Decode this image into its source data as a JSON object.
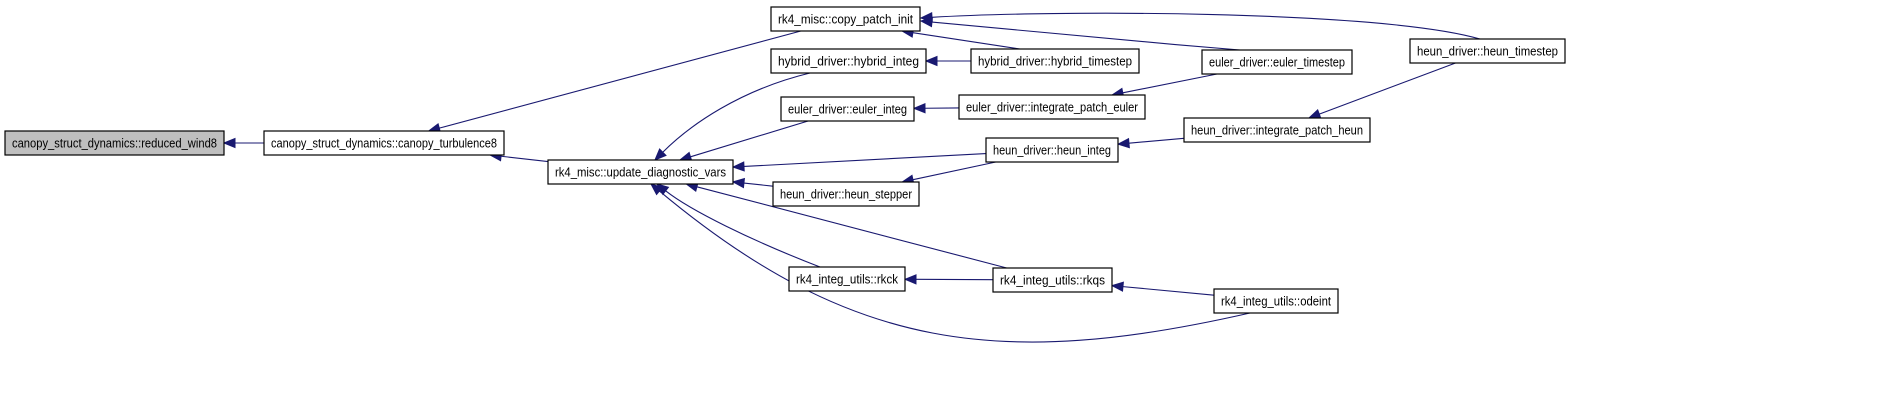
{
  "diagram": {
    "colors": {
      "edge": "#191970",
      "node_border": "#000000",
      "root_fill": "#bfbfbf",
      "node_fill": "#ffffff"
    },
    "nodes": [
      {
        "id": "reduced_wind8",
        "label": "canopy_struct_dynamics::reduced_wind8",
        "root": true
      },
      {
        "id": "canopy_turbulence8",
        "label": "canopy_struct_dynamics::canopy_turbulence8"
      },
      {
        "id": "copy_patch_init",
        "label": "rk4_misc::copy_patch_init"
      },
      {
        "id": "update_diagnostic_vars",
        "label": "rk4_misc::update_diagnostic_vars"
      },
      {
        "id": "hybrid_integ",
        "label": "hybrid_driver::hybrid_integ"
      },
      {
        "id": "euler_integ",
        "label": "euler_driver::euler_integ"
      },
      {
        "id": "heun_stepper",
        "label": "heun_driver::heun_stepper"
      },
      {
        "id": "rkck",
        "label": "rk4_integ_utils::rkck"
      },
      {
        "id": "hybrid_timestep",
        "label": "hybrid_driver::hybrid_timestep"
      },
      {
        "id": "integrate_patch_euler",
        "label": "euler_driver::integrate_patch_euler"
      },
      {
        "id": "heun_integ",
        "label": "heun_driver::heun_integ"
      },
      {
        "id": "rkqs",
        "label": "rk4_integ_utils::rkqs"
      },
      {
        "id": "euler_timestep",
        "label": "euler_driver::euler_timestep"
      },
      {
        "id": "integrate_patch_heun",
        "label": "heun_driver::integrate_patch_heun"
      },
      {
        "id": "odeint",
        "label": "rk4_integ_utils::odeint"
      },
      {
        "id": "heun_timestep",
        "label": "heun_driver::heun_timestep"
      }
    ],
    "edges": [
      {
        "from": "canopy_turbulence8",
        "to": "reduced_wind8"
      },
      {
        "from": "copy_patch_init",
        "to": "canopy_turbulence8"
      },
      {
        "from": "update_diagnostic_vars",
        "to": "canopy_turbulence8"
      },
      {
        "from": "hybrid_timestep",
        "to": "copy_patch_init"
      },
      {
        "from": "euler_timestep",
        "to": "copy_patch_init"
      },
      {
        "from": "heun_timestep",
        "to": "copy_patch_init"
      },
      {
        "from": "hybrid_integ",
        "to": "update_diagnostic_vars"
      },
      {
        "from": "euler_integ",
        "to": "update_diagnostic_vars"
      },
      {
        "from": "heun_integ",
        "to": "update_diagnostic_vars"
      },
      {
        "from": "heun_stepper",
        "to": "update_diagnostic_vars"
      },
      {
        "from": "rkck",
        "to": "update_diagnostic_vars"
      },
      {
        "from": "rkqs",
        "to": "update_diagnostic_vars"
      },
      {
        "from": "odeint",
        "to": "update_diagnostic_vars"
      },
      {
        "from": "hybrid_timestep",
        "to": "hybrid_integ"
      },
      {
        "from": "integrate_patch_euler",
        "to": "euler_integ"
      },
      {
        "from": "heun_integ",
        "to": "heun_stepper"
      },
      {
        "from": "rkqs",
        "to": "rkck"
      },
      {
        "from": "euler_timestep",
        "to": "integrate_patch_euler"
      },
      {
        "from": "integrate_patch_heun",
        "to": "heun_integ"
      },
      {
        "from": "odeint",
        "to": "rkqs"
      },
      {
        "from": "heun_timestep",
        "to": "integrate_patch_heun"
      }
    ]
  }
}
